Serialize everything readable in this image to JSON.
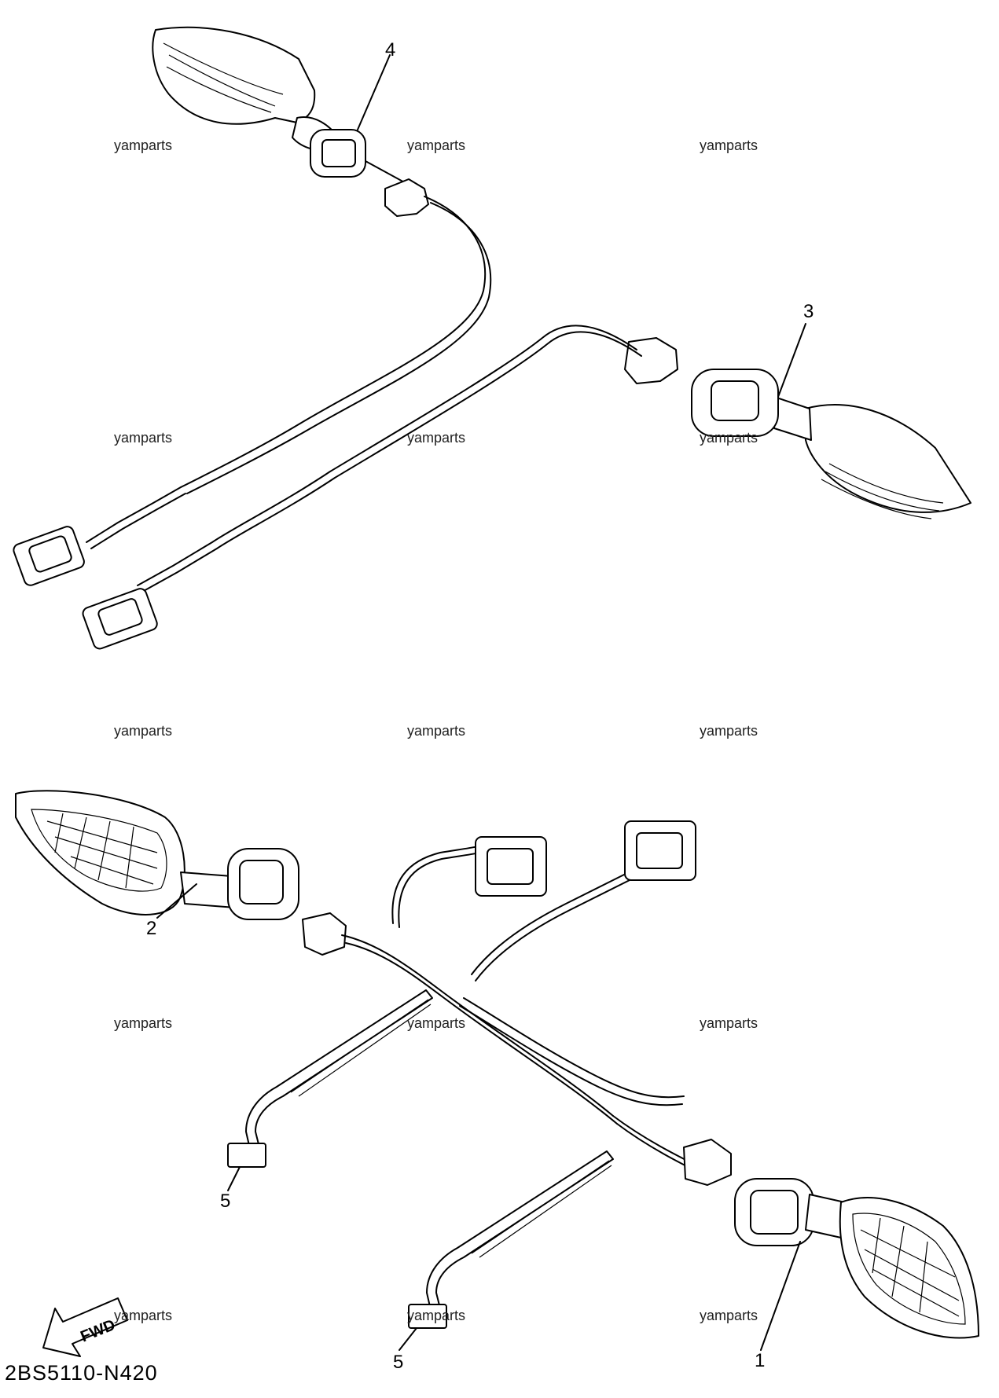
{
  "diagram": {
    "part_code": "2BS5110-N420",
    "watermark": "yamparts",
    "fwd_label": "FWD",
    "callouts": [
      "1",
      "2",
      "3",
      "4",
      "5",
      "5"
    ]
  }
}
